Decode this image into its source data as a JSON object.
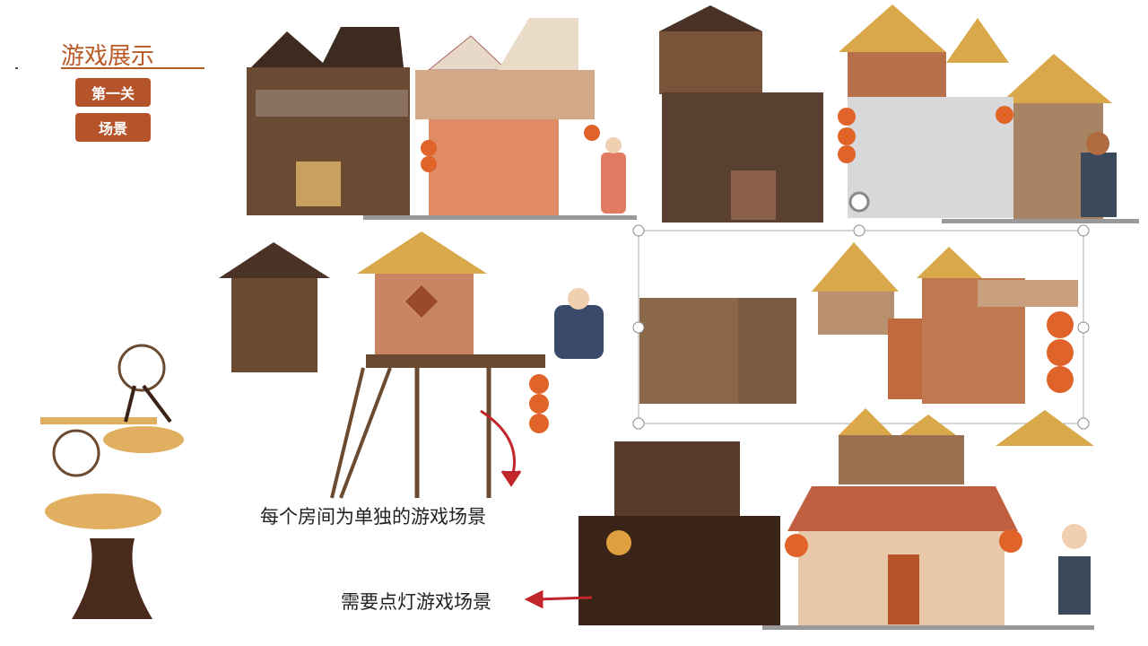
{
  "slide": {
    "title": "游戏展示",
    "tags": [
      "第一关",
      "场景"
    ],
    "annotations": {
      "rooms": "每个房间为单独的游戏场景",
      "lighting": "需要点灯游戏场景"
    }
  },
  "colors": {
    "accent": "#b5532a",
    "arrow": "#c0262c",
    "wood": "#5a3a24",
    "thatch": "#d9a84a",
    "brick": "#c98461",
    "lantern": "#e0642a"
  }
}
